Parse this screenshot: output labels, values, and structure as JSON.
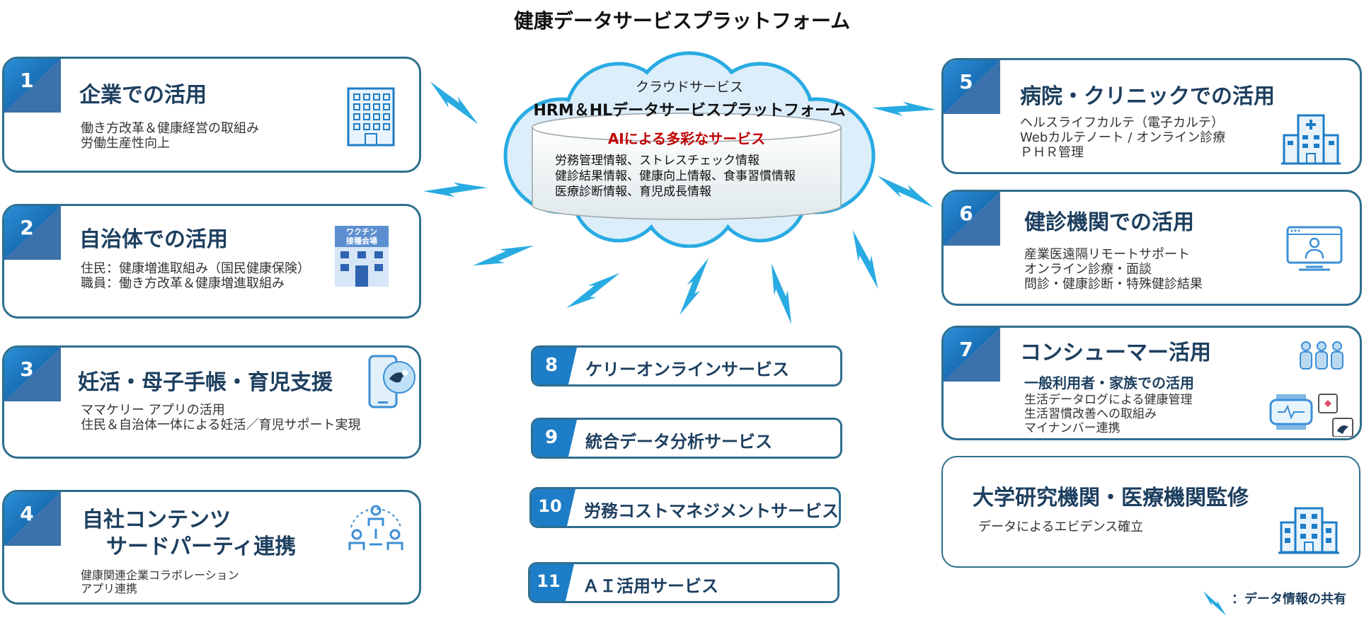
{
  "title": "健康データサービスプラットフォーム",
  "cloud": {
    "label": "クラウドサービス",
    "platform": "HRM＆HLデータサービスプラットフォーム",
    "ai_title": "AIによる多彩なサービス",
    "lines": [
      "労務管理情報、ストレスチェック情報",
      "健診結果情報、健康向上情報、食事習慣情報",
      "医療診断情報、育児成長情報"
    ]
  },
  "cards": [
    {
      "number": "1",
      "title": "企業での活用",
      "lines": [
        "働き方改革＆健康経営の取組み",
        "労働生産性向上"
      ],
      "icon": "office-building-icon"
    },
    {
      "number": "2",
      "title": "自治体での活用",
      "lines": [
        "住民：健康増進取組み（国民健康保険）",
        "職員：働き方改革＆健康増進取組み"
      ],
      "icon": "vaccination-venue-icon",
      "icon_text": [
        "ワクチン",
        "接種会場"
      ]
    },
    {
      "number": "3",
      "title": "妊活・母子手帳・育児支援",
      "lines": [
        "ママケリー アプリの活用",
        "住民＆自治体一体による妊活／育児サポート実現"
      ],
      "icon": "smartphone-stork-icon"
    },
    {
      "number": "4",
      "title_lines": [
        "自社コンテンツ",
        "サードパーティ連携"
      ],
      "lines": [
        "健康関連企業コラボレーション",
        "アプリ連携"
      ],
      "icon": "people-network-icon"
    },
    {
      "number": "5",
      "title": "病院・クリニックでの活用",
      "lines": [
        "ヘルスライフカルテ（電子カルテ）",
        "Webカルテノート / オンライン診療",
        "ＰＨＲ管理"
      ],
      "icon": "hospital-icon"
    },
    {
      "number": "6",
      "title": "健診機関での活用",
      "lines": [
        "産業医遠隔リモートサポート",
        "オンライン診療・面談",
        "問診・健康診断・特殊健診結果"
      ],
      "icon": "online-doctor-icon"
    },
    {
      "number": "7",
      "title": "コンシューマー活用",
      "subtitle": "一般利用者・家族での活用",
      "lines": [
        "生活データログによる健康管理",
        "生活習慣改善への取組み",
        "マイナンバー連携"
      ],
      "icon": "family-smartwatch-icon"
    },
    {
      "title": "大学研究機関・医療機関監修",
      "lines": [
        "データによるエビデンス確立"
      ],
      "icon": "university-building-icon"
    }
  ],
  "services": [
    {
      "number": "8",
      "label": "ケリーオンラインサービス"
    },
    {
      "number": "9",
      "label": "統合データ分析サービス"
    },
    {
      "number": "10",
      "label": "労務コストマネジメントサービス"
    },
    {
      "number": "11",
      "label": "ＡＩ活用サービス"
    }
  ],
  "legend": {
    "text": "：データ情報の共有",
    "icon": "lightning-bolt-icon"
  },
  "colors": {
    "primary": "#2f6f8f",
    "accent_blue": "#1e7dc7",
    "dark_blue": "#0b5aa3",
    "bolt": "#29abe2",
    "cloud_fill": "#dceefa",
    "red": "#c00000"
  }
}
